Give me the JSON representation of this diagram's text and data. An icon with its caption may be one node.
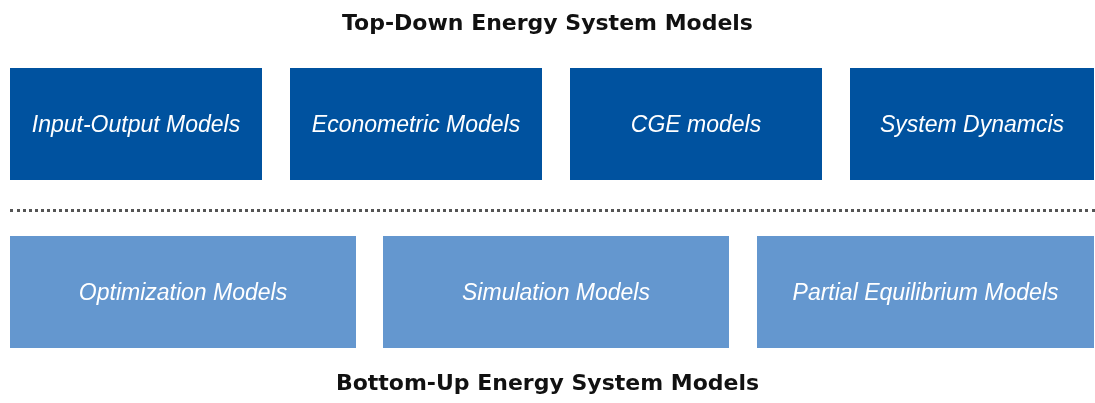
{
  "diagram": {
    "title": "Top-Down Energy System Models",
    "caption": "Bottom-Up Energy System Models",
    "nodes": [
      {
        "text": [
          "Input-Output Models"
        ]
      },
      {
        "text": [
          "Econometric Models"
        ]
      },
      {
        "text": [
          "CGE models"
        ]
      },
      {
        "text": [
          "System Dynamcis"
        ]
      },
      {
        "text": [
          "Optimization Models"
        ]
      },
      {
        "text": [
          "Simulation Models"
        ]
      },
      {
        "text": [
          "Partial Equilibrium Models"
        ]
      }
    ]
  }
}
